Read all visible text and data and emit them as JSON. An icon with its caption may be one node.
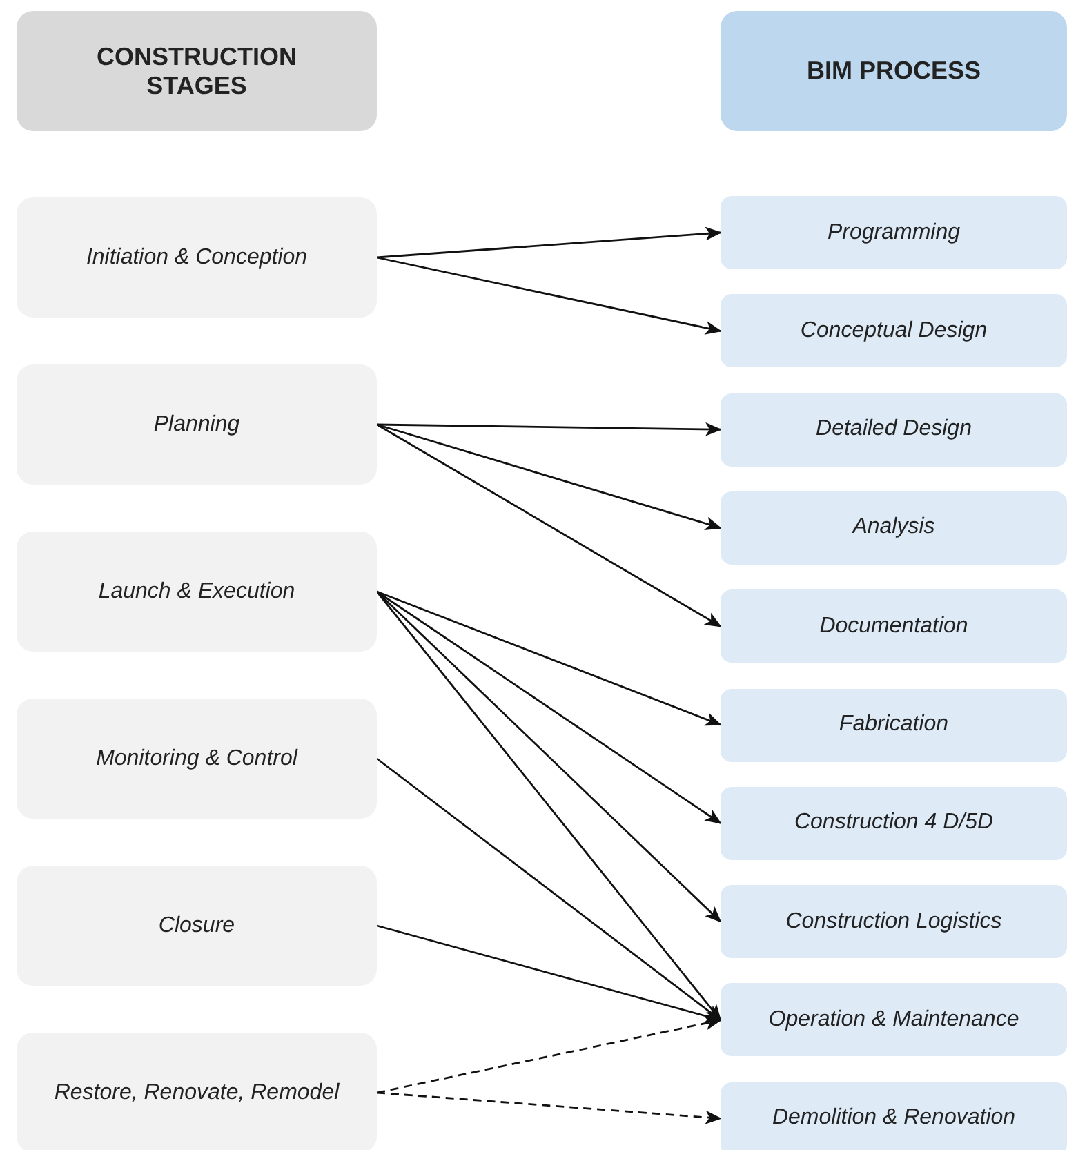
{
  "diagram": {
    "nodes": [
      {
        "text": [
          "CONSTRUCTION STAGES"
        ]
      },
      {
        "text": [
          "BIM PROCESS"
        ]
      },
      {
        "text": [
          "Initiation & Conception"
        ]
      },
      {
        "text": [
          "Planning"
        ]
      },
      {
        "text": [
          "Launch & Execution"
        ]
      },
      {
        "text": [
          "Monitoring & Control"
        ]
      },
      {
        "text": [
          "Closure"
        ]
      },
      {
        "text": [
          "Restore, Renovate, Remodel"
        ]
      },
      {
        "text": [
          "Programming"
        ]
      },
      {
        "text": [
          "Conceptual Design"
        ]
      },
      {
        "text": [
          "Detailed Design"
        ]
      },
      {
        "text": [
          "Analysis"
        ]
      },
      {
        "text": [
          "Documentation"
        ]
      },
      {
        "text": [
          "Fabrication"
        ]
      },
      {
        "text": [
          "Construction 4 D/5D"
        ]
      },
      {
        "text": [
          "Construction Logistics"
        ]
      },
      {
        "text": [
          "Operation & Maintenance"
        ]
      },
      {
        "text": [
          "Demolition & Renovation"
        ]
      }
    ],
    "edges": [
      {
        "from": 2,
        "to": 8,
        "arrow": "to"
      },
      {
        "from": 2,
        "to": 9,
        "arrow": "to"
      },
      {
        "from": 3,
        "to": 10,
        "arrow": "to"
      },
      {
        "from": 3,
        "to": 11,
        "arrow": "to"
      },
      {
        "from": 3,
        "to": 12,
        "arrow": "to"
      },
      {
        "from": 4,
        "to": 13,
        "arrow": "to"
      },
      {
        "from": 4,
        "to": 14,
        "arrow": "to"
      },
      {
        "from": 4,
        "to": 15,
        "arrow": "to"
      },
      {
        "from": 4,
        "to": 16,
        "arrow": "to"
      },
      {
        "from": 5,
        "to": 16,
        "arrow": "to"
      },
      {
        "from": 6,
        "to": 16,
        "arrow": "to"
      },
      {
        "from": 7,
        "to": 16,
        "arrow": "to",
        "style": "dashed"
      },
      {
        "from": 7,
        "to": 17,
        "arrow": "to",
        "style": "dashed"
      }
    ]
  }
}
